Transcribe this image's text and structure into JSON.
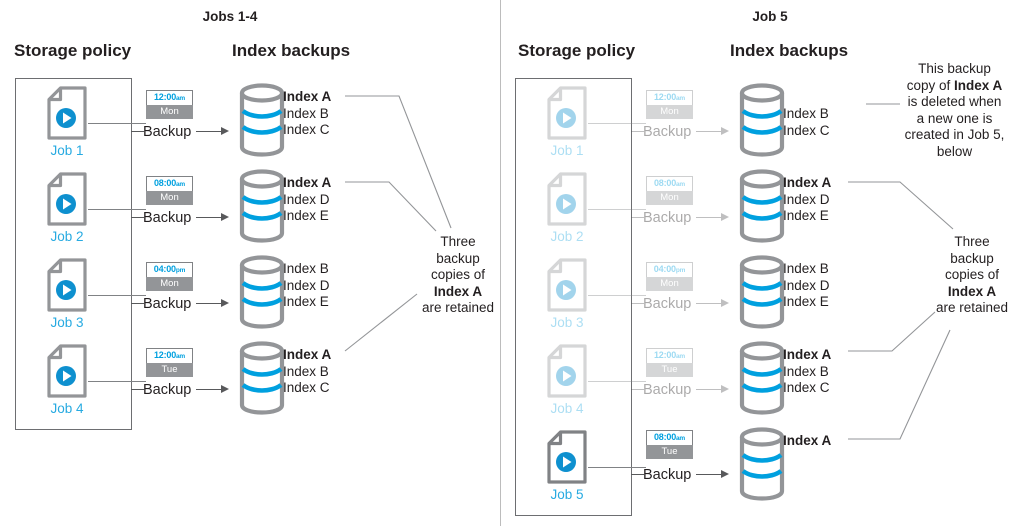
{
  "panels": [
    {
      "id": "jobs-1-4",
      "title": "Jobs 1-4",
      "col_storage_policy": "Storage policy",
      "col_index_backups": "Index backups",
      "backup_label": "Backup",
      "rows": [
        {
          "job": "Job 1",
          "time": "12:00",
          "meridiem": "am",
          "day": "Mon",
          "indexes": [
            "Index A",
            "Index B",
            "Index C"
          ],
          "bold_first": true,
          "dimmed": false,
          "connector": true
        },
        {
          "job": "Job 2",
          "time": "08:00",
          "meridiem": "am",
          "day": "Mon",
          "indexes": [
            "Index A",
            "Index D",
            "Index E"
          ],
          "bold_first": true,
          "dimmed": false,
          "connector": true
        },
        {
          "job": "Job 3",
          "time": "04:00",
          "meridiem": "pm",
          "day": "Mon",
          "indexes": [
            "Index B",
            "Index D",
            "Index E"
          ],
          "bold_first": false,
          "dimmed": false,
          "connector": false
        },
        {
          "job": "Job 4",
          "time": "12:00",
          "meridiem": "am",
          "day": "Tue",
          "indexes": [
            "Index A",
            "Index B",
            "Index C"
          ],
          "bold_first": true,
          "dimmed": false,
          "connector": true
        }
      ],
      "callouts": [
        {
          "id": "three-copies-left",
          "lines": [
            "Three",
            "backup",
            "copies of",
            "Index A",
            "are retained"
          ],
          "bold_line_index": 3
        }
      ]
    },
    {
      "id": "job-5",
      "title": "Job 5",
      "col_storage_policy": "Storage policy",
      "col_index_backups": "Index backups",
      "backup_label": "Backup",
      "rows": [
        {
          "job": "Job 1",
          "time": "12:00",
          "meridiem": "am",
          "day": "Mon",
          "indexes": [
            "Index B",
            "Index C"
          ],
          "bold_first": false,
          "dimmed": true,
          "connector": true
        },
        {
          "job": "Job 2",
          "time": "08:00",
          "meridiem": "am",
          "day": "Mon",
          "indexes": [
            "Index A",
            "Index D",
            "Index E"
          ],
          "bold_first": true,
          "dimmed": true,
          "connector": true
        },
        {
          "job": "Job 3",
          "time": "04:00",
          "meridiem": "pm",
          "day": "Mon",
          "indexes": [
            "Index B",
            "Index D",
            "Index E"
          ],
          "bold_first": false,
          "dimmed": true,
          "connector": false
        },
        {
          "job": "Job 4",
          "time": "12:00",
          "meridiem": "am",
          "day": "Tue",
          "indexes": [
            "Index A",
            "Index B",
            "Index C"
          ],
          "bold_first": true,
          "dimmed": true,
          "connector": true
        },
        {
          "job": "Job 5",
          "time": "08:00",
          "meridiem": "am",
          "day": "Tue",
          "indexes": [
            "Index A"
          ],
          "bold_first": true,
          "dimmed": false,
          "connector": true
        }
      ],
      "callouts": [
        {
          "id": "deleted-copy",
          "lines": [
            "This backup",
            "copy of Index A",
            "is deleted when",
            "a new one is",
            "created in Job 5,",
            "below"
          ],
          "bold_fragment": "Index A"
        },
        {
          "id": "three-copies-right",
          "lines": [
            "Three",
            "backup",
            "copies of",
            "Index A",
            "are retained"
          ],
          "bold_line_index": 3
        }
      ]
    }
  ],
  "colors": {
    "accent_blue": "#27aae1",
    "badge_time": "#00a0df",
    "badge_day_bg": "#939598",
    "outline_gray": "#808285",
    "cylinder_gray": "#939598",
    "band_blue": "#00a0df",
    "text": "#231f20",
    "divider": "#bcbcbc"
  }
}
